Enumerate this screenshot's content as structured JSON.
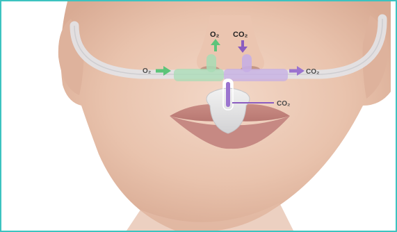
{
  "labels": {
    "o2_top": "O₂",
    "co2_top": "CO₂",
    "o2_left": "O₂",
    "co2_right": "CO₂",
    "co2_mouth": "CO₂"
  },
  "colors": {
    "frame_border": "#3cc3c0",
    "oxygen": "#5cc47a",
    "co2": "#8a5cc0",
    "tubing": "#e3e3e6"
  },
  "icons": {
    "o2_flow": "arrow-up-icon",
    "co2_exhale": "arrow-down-icon",
    "o2_inflow": "arrow-right-icon",
    "co2_outflow": "arrow-right-icon"
  }
}
